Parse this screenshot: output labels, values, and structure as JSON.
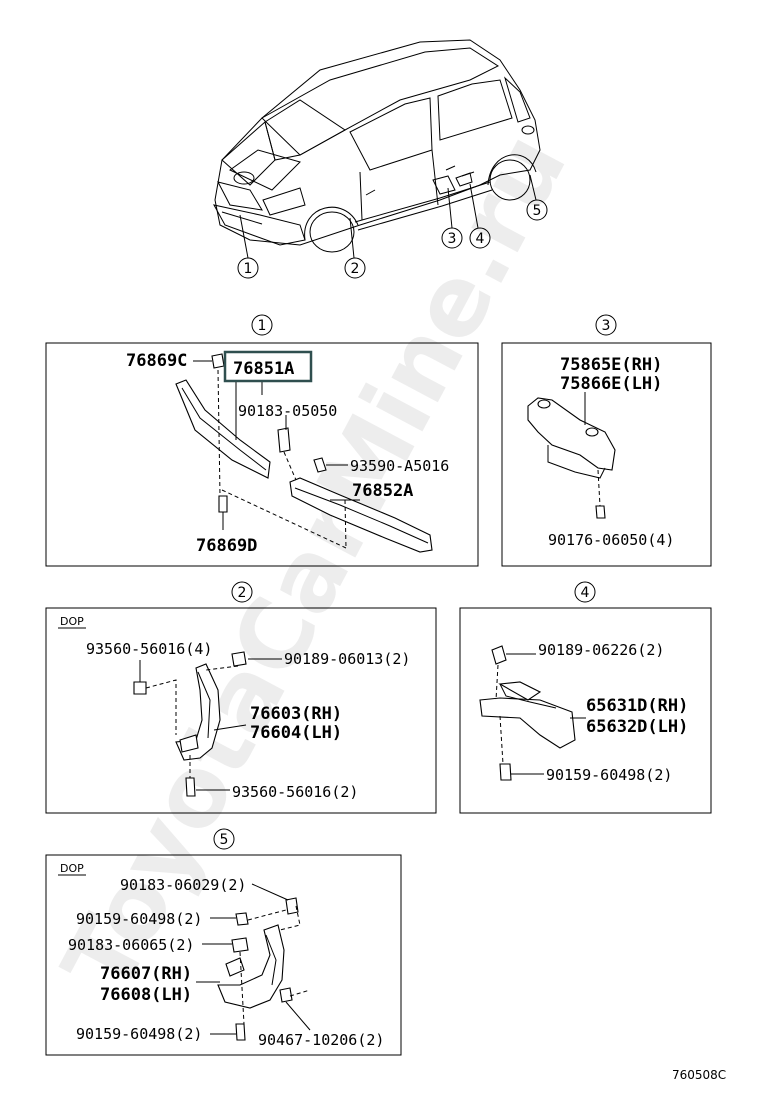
{
  "watermark": "ToyotaCarMine.ru",
  "diagram_code": "760508C",
  "callouts": [
    "1",
    "2",
    "3",
    "4",
    "5"
  ],
  "dop": "DOP",
  "group1": {
    "parts": [
      "76869C",
      "76851A",
      "90183-05050",
      "93590-A5016",
      "76852A",
      "76869D"
    ]
  },
  "group2": {
    "parts": [
      "93560-56016(4)",
      "90189-06013(2)",
      "76603(RH)",
      "76604(LH)",
      "93560-56016(2)"
    ]
  },
  "group3": {
    "parts": [
      "75865E(RH)",
      "75866E(LH)",
      "90176-06050(4)"
    ]
  },
  "group4": {
    "parts": [
      "90189-06226(2)",
      "65631D(RH)",
      "65632D(LH)",
      "90159-60498(2)"
    ]
  },
  "group5": {
    "parts": [
      "90183-06029(2)",
      "90159-60498(2)",
      "90183-06065(2)",
      "76607(RH)",
      "76608(LH)",
      "90159-60498(2)",
      "90467-10206(2)"
    ]
  }
}
